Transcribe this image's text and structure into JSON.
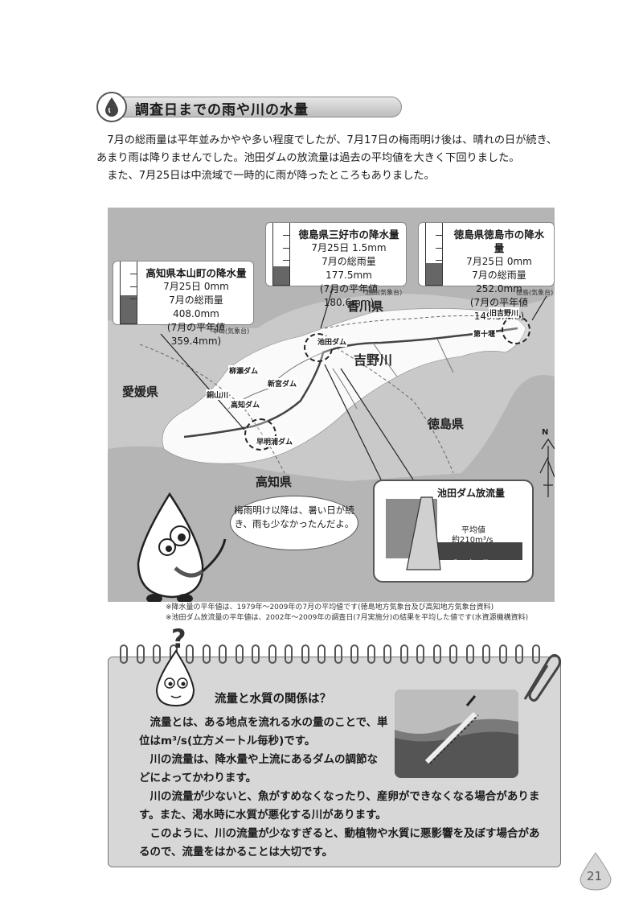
{
  "section": {
    "title": "調査日までの雨や川の水量",
    "icon": "raindrop-icon"
  },
  "intro": [
    "7月の総雨量は平年並みかやや多い程度でしたが、7月17日の梅雨明け後は、晴れの日が続き、あまり雨は降りませんでした。池田ダムの放流量は過去の平均値を大きく下回りました。",
    "また、7月25日は中流域で一時的に雨が降ったところもありました。"
  ],
  "map": {
    "prefectures": {
      "ehime": "愛媛県",
      "kagawa": "香川県",
      "tokushima": "徳島県",
      "kochi": "高知県"
    },
    "river": "吉野川",
    "north": "N",
    "dams": {
      "ikeda": "池田ダム",
      "sameura": "早明浦ダム",
      "shingu": "新宮ダム",
      "yanase": "柳瀬ダム",
      "takanose": "高知ダム",
      "ginzan": "銅山川",
      "daijuzeki": "第十堰",
      "kyuyoshino": "旧吉野川"
    },
    "callouts": [
      {
        "title": "高知県本山町の降水量",
        "day": "7月25日 0mm",
        "total": "7月の総雨量 408.0mm",
        "avg": "(7月の平年値 359.4mm)",
        "source": "本山(気象台)",
        "fill": 0.45
      },
      {
        "title": "徳島県三好市の降水量",
        "day": "7月25日 1.5mm",
        "total": "7月の総雨量 177.5mm",
        "avg": "(7月の平年値 180.6mm)",
        "source": "池田(気象台)",
        "fill": 0.3
      },
      {
        "title": "徳島県徳島市の降水量",
        "day": "7月25日 0mm",
        "total": "7月の総雨量 252.0mm",
        "avg": "(7月の平年値 149.5mm)",
        "source": "徳島(気象台)",
        "fill": 0.35
      }
    ],
    "flow": {
      "title": "池田ダム放流量",
      "avg_label": "平均値",
      "avg_value": "約210m³/s",
      "day_label": "平成22年7月25日",
      "day_value": "約75m³/s"
    },
    "speech": "梅雨明け以降は、暑い日が続き、雨も少なかったんだよ。"
  },
  "notes": [
    "※降水量の平年値は、1979年～2009年の7月の平均値です(徳島地方気象台及び高知地方気象台資料)",
    "※池田ダム放流量の平年値は、2002年～2009年の調査日(7月実施分)の結果を平均した値です(水資源機構資料)"
  ],
  "box": {
    "title": "流量と水質の関係は？",
    "paragraphs": [
      "流量とは、ある地点を流れる水の量のことで、単位はm³/s(立方メートル毎秒)です。",
      "川の流量は、降水量や上流にあるダムの調節などによってかわります。",
      "川の流量が少ないと、魚がすめなくなったり、産卵ができなくなる場合があります。また、渇水時に水質が悪化する川があります。",
      "このように、川の流量が少なすぎると、動植物や水質に悪影響を及ぼす場合があるので、流量をはかることは大切です。"
    ]
  },
  "page_number": "21"
}
